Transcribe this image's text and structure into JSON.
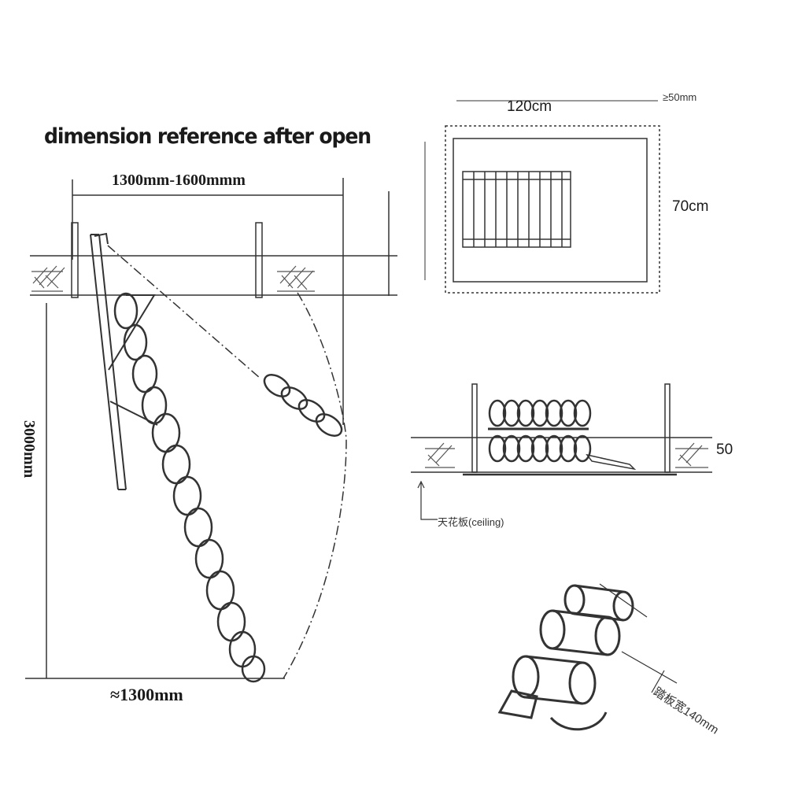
{
  "labels": {
    "title": "dimension reference after open",
    "span_width": "1300mm-1600mmm",
    "height": "3000mm",
    "floor_width": "≈1300mm",
    "box_width": "120cm",
    "gap": "≥50mm",
    "box_height": "70cm",
    "thickness": "50",
    "ceiling": "天花板(ceiling)",
    "tread_width": "踏板宽140mm"
  },
  "colors": {
    "ink": "#1a1a1a",
    "line": "#333333",
    "hatch": "#555555"
  }
}
